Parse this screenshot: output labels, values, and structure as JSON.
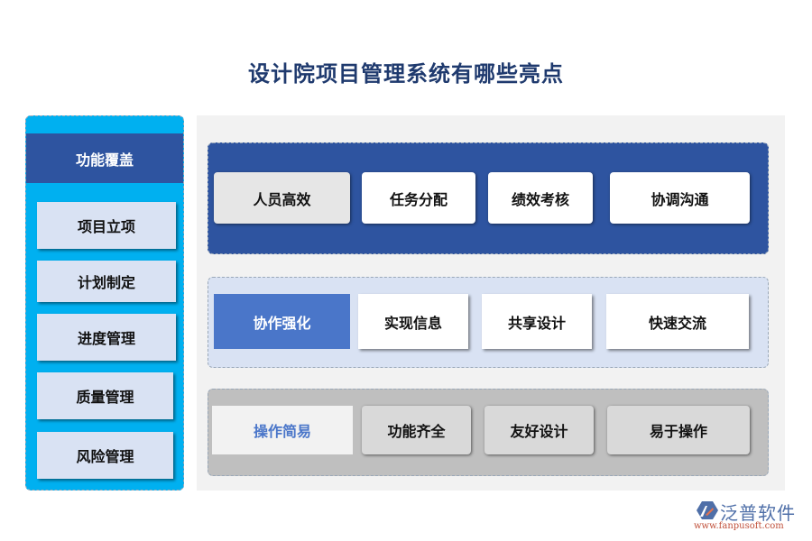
{
  "title": "设计院项目管理系统有哪些亮点",
  "left_panel": {
    "header": "功能覆盖",
    "items": [
      "项目立项",
      "计划制定",
      "进度管理",
      "质量管理",
      "风险管理"
    ]
  },
  "rows": [
    {
      "lead": "人员高效",
      "items": [
        "任务分配",
        "绩效考核",
        "协调沟通"
      ]
    },
    {
      "lead": "协作强化",
      "items": [
        "实现信息",
        "共享设计",
        "快速交流"
      ]
    },
    {
      "lead": "操作简易",
      "items": [
        "功能齐全",
        "友好设计",
        "易于操作"
      ]
    }
  ],
  "logo": {
    "name": "泛普软件",
    "url": "www.fanpusoft.com"
  },
  "colors": {
    "title": "#1f3a6e",
    "dark_blue": "#2e54a0",
    "cyan": "#00b0f0",
    "light_blue": "#d9e2f3",
    "accent_blue": "#4a76c9",
    "gray": "#bfbfbf"
  }
}
